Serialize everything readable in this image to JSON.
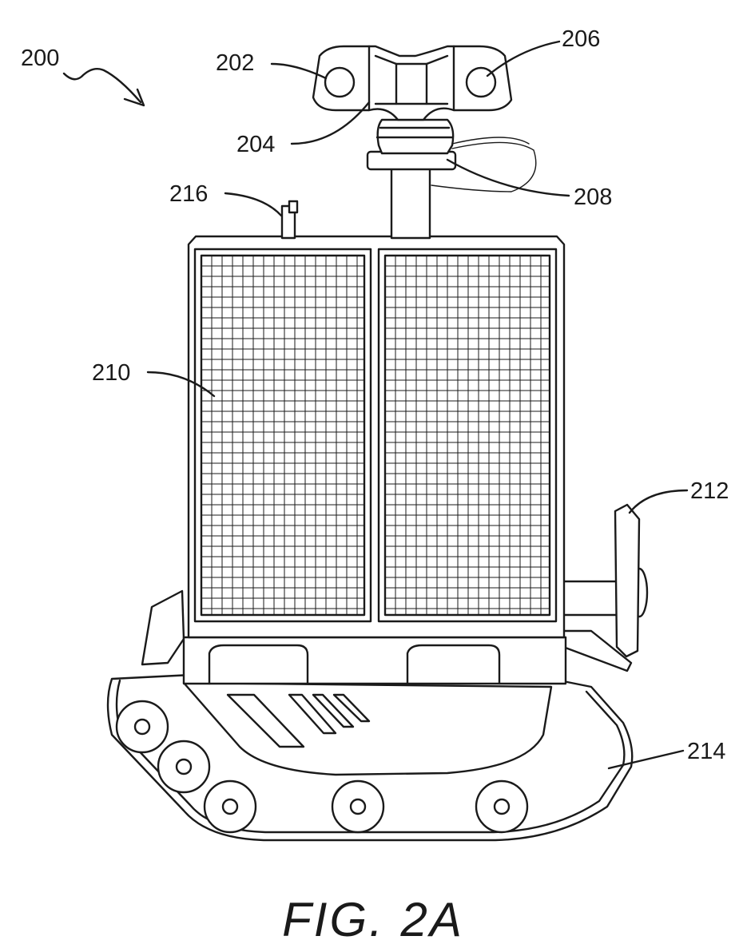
{
  "figure": {
    "caption": "FIG. 2A",
    "labels": {
      "assembly": "200",
      "camera_left": "202",
      "camera_mount": "204",
      "camera_right": "206",
      "swivel_joint": "208",
      "solar_panel": "210",
      "side_tool": "212",
      "tracked_base": "214",
      "antenna": "216"
    }
  },
  "colors": {
    "line": "#1a1a1a",
    "background": "#ffffff"
  }
}
